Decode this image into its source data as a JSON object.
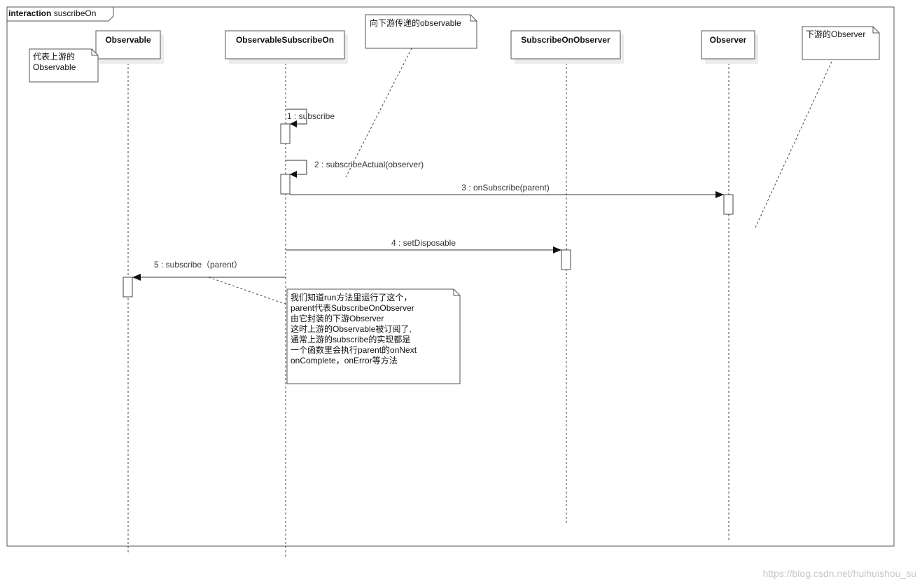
{
  "frame": {
    "keyword": "interaction",
    "name": "suscribeOn"
  },
  "lifelines": [
    {
      "id": "observable",
      "label": "Observable"
    },
    {
      "id": "observable-subscribe-on",
      "label": "ObservableSubscribeOn"
    },
    {
      "id": "subscribe-on-observer",
      "label": "SubscribeOnObserver"
    },
    {
      "id": "observer",
      "label": "Observer"
    }
  ],
  "messages": [
    {
      "label": "1 : subscribe"
    },
    {
      "label": "2 : subscribeActual(observer)"
    },
    {
      "label": "3 : onSubscribe(parent)"
    },
    {
      "label": "4 : setDisposable"
    },
    {
      "label": "5 : subscribe（parent）"
    }
  ],
  "notes": {
    "upstream": [
      "代表上游的",
      "Observable"
    ],
    "passed_down": [
      "向下游传递的observable"
    ],
    "downstream": [
      "下游的Observer"
    ],
    "explanation": [
      "我们知道run方法里运行了这个，",
      "parent代表SubscribeOnObserver",
      "由它封装的下游Observer",
      "这时上游的Observable被订阅了,",
      "通常上游的subscribe的实现都是",
      "一个函数里会执行parent的onNext",
      "onComplete，onError等方法"
    ]
  },
  "watermark": "https://blog.csdn.net/huihuishou_su"
}
